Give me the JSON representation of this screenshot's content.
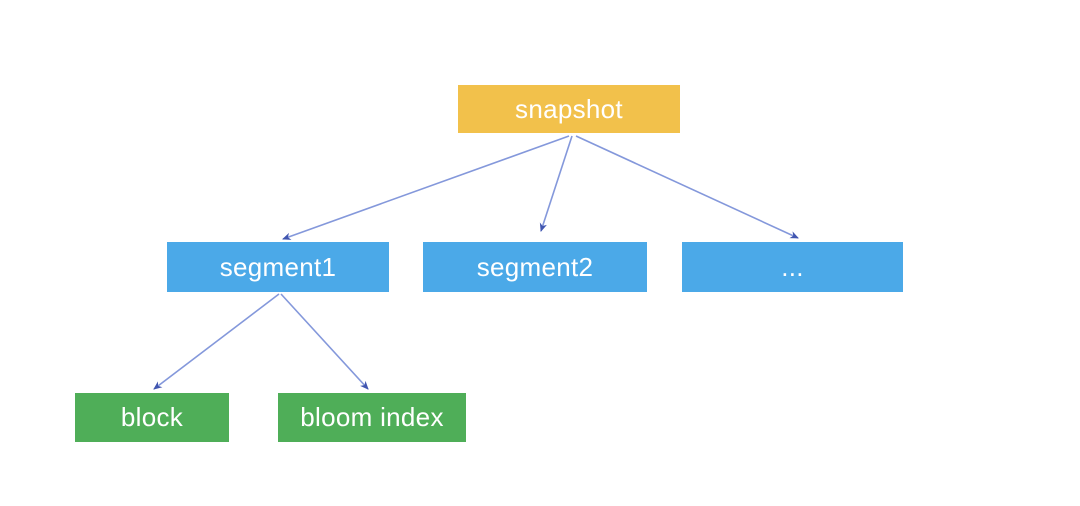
{
  "diagram": {
    "type": "tree",
    "colors": {
      "root": "#F2C14B",
      "branch": "#4BA9E8",
      "leaf": "#4FAE58",
      "connector": "#8498DB",
      "arrowhead": "#4156B0",
      "text": "#FFFFFF",
      "background": "#FFFFFF"
    },
    "nodes": {
      "snapshot": {
        "label": "snapshot",
        "level": 1,
        "color": "#F2C14B"
      },
      "segment1": {
        "label": "segment1",
        "level": 2,
        "color": "#4BA9E8"
      },
      "segment2": {
        "label": "segment2",
        "level": 2,
        "color": "#4BA9E8"
      },
      "more": {
        "label": "...",
        "level": 2,
        "color": "#4BA9E8"
      },
      "block": {
        "label": "block",
        "level": 3,
        "color": "#4FAE58"
      },
      "bloom_index": {
        "label": "bloom index",
        "level": 3,
        "color": "#4FAE58"
      }
    },
    "edges": [
      {
        "from": "snapshot",
        "to": "segment1"
      },
      {
        "from": "snapshot",
        "to": "segment2"
      },
      {
        "from": "snapshot",
        "to": "more"
      },
      {
        "from": "segment1",
        "to": "block"
      },
      {
        "from": "segment1",
        "to": "bloom_index"
      }
    ]
  }
}
